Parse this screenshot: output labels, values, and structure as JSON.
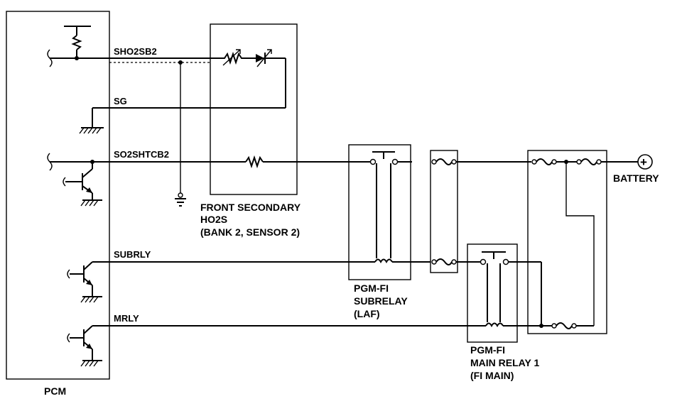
{
  "colors": {
    "background": "#ffffff",
    "line": "#000000"
  },
  "pcm": {
    "label": "PCM"
  },
  "wires": {
    "sho2sb2": "SHO2SB2",
    "sg": "SG",
    "so2shtcb2": "SO2SHTCB2",
    "subrly": "SUBRLY",
    "mrly": "MRLY"
  },
  "sensor": {
    "line1": "FRONT SECONDARY",
    "line2": "HO2S",
    "line3": "(BANK 2, SENSOR 2)"
  },
  "subrelay": {
    "line1": "PGM-FI",
    "line2": "SUBRELAY",
    "line3": "(LAF)"
  },
  "mainrelay": {
    "line1": "PGM-FI",
    "line2": "MAIN RELAY 1",
    "line3": "(FI MAIN)"
  },
  "battery": {
    "label": "BATTERY",
    "symbol": "+"
  },
  "icons": [
    "ground-icon",
    "resistor-icon",
    "heater-icon",
    "transistor-icon",
    "fuse-icon",
    "relay-contact-icon",
    "relay-coil-icon",
    "battery-terminal-icon",
    "connector-icon"
  ]
}
